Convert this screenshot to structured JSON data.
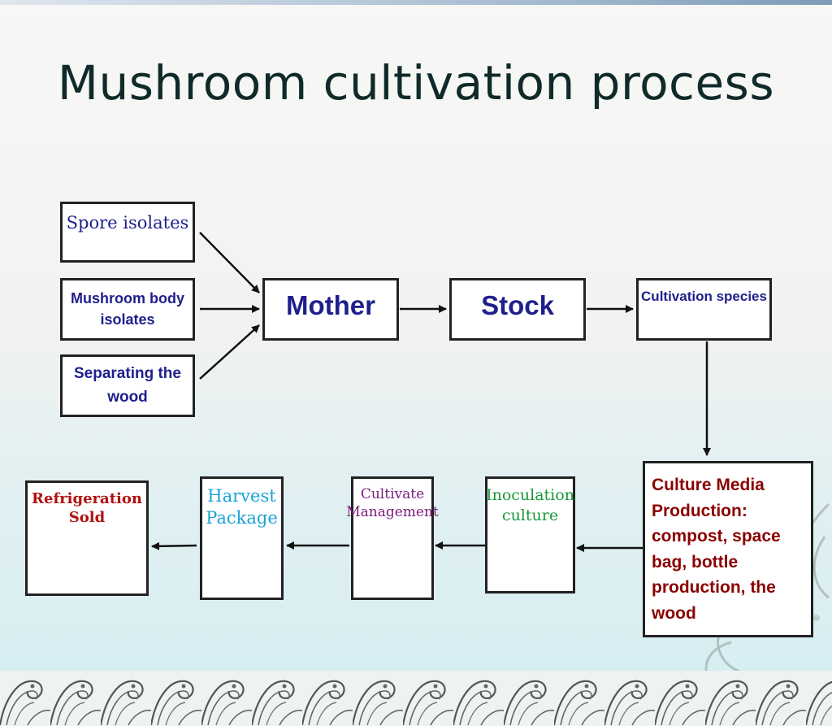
{
  "title": "Mushroom cultivation process",
  "nodes": {
    "spore": "Spore isolates",
    "body": "Mushroom body\nisolates",
    "wood": "Separating the\nwood",
    "mother": "Mother",
    "stock": "Stock",
    "species": "Cultivation species",
    "media": "Culture Media\nProduction:\ncompost, space\nbag, bottle\nproduction, the\nwood",
    "inoculation": "Inoculation\nculture",
    "cultivate": "Cultivate\nManagement",
    "harvest": "Harvest\nPackage",
    "refrigeration": "Refrigeration\nSold"
  },
  "colors": {
    "navy": "#1f1f8c",
    "dark_red": "#8b0000",
    "red": "#b01010",
    "green": "#1a9a3a",
    "purple": "#7a1a7a",
    "cyan": "#1aa3d8",
    "title": "#102a2a"
  }
}
